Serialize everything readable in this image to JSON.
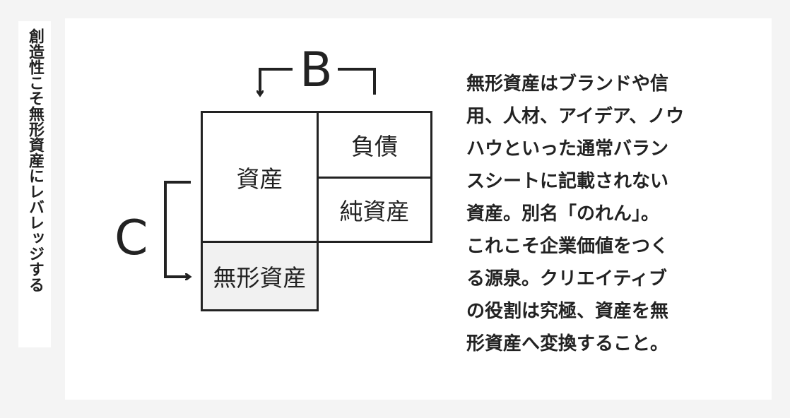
{
  "sidebar": {
    "vertical_title": "創造性こそ無形資産にレバレッジする"
  },
  "diagram": {
    "label_b": "B",
    "label_c": "C",
    "cells": {
      "assets": "資産",
      "liabilities": "負債",
      "net_assets": "純資産",
      "intangible_assets": "無形資産"
    }
  },
  "description": {
    "lines": [
      "無形資産はブランドや信",
      "用、人材、アイデア、ノウ",
      "ハウといった通常バラン",
      "スシートに記載されない",
      "資産。別名「のれん」。",
      "これこそ企業価値をつく",
      "る源泉。クリエイティブ",
      "の役割は究極、資産を無",
      "形資産へ変換すること。"
    ]
  },
  "colors": {
    "background": "#f4f4f4",
    "panel": "#ffffff",
    "ink": "#222222",
    "shaded_cell": "#f1f1f1"
  }
}
